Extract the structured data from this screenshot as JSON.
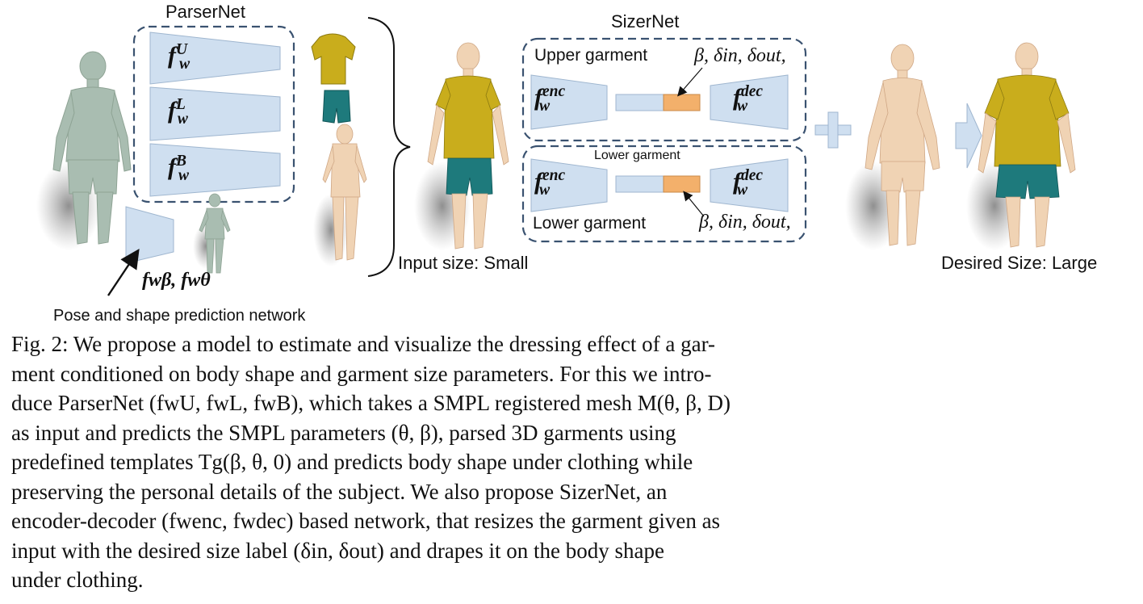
{
  "figure": {
    "labels": {
      "parsernet": "ParserNet",
      "sizernet": "SizerNet",
      "upper_garment": "Upper garment",
      "lower_garment_small": "Lower garment",
      "lower_garment": "Lower garment",
      "input_size": "Input size: Small",
      "desired_size": "Desired Size: Large",
      "pose_shape": "Pose and shape prediction network"
    },
    "math": {
      "fU_base": "f",
      "fU_sup": "U",
      "fU_sub": "w",
      "fL_sup": "L",
      "fB_sup": "B",
      "enc_sup": "enc",
      "dec_sup": "dec",
      "sub_w": "w",
      "f_beta_theta": "fwβ, fwθ",
      "size_params_upper": "β, δin, δout,",
      "size_params_lower": "β, δin, δout,"
    }
  },
  "caption": {
    "lines": [
      "Fig. 2: We propose a model to estimate and visualize the dressing effect of a gar-",
      "ment conditioned on body shape and garment size parameters. For this we intro-",
      "duce ParserNet (fwU, fwL, fwB), which takes a SMPL registered mesh M(θ, β, D)",
      "as input and predicts the SMPL parameters (θ, β), parsed 3D garments using",
      "predefined templates Tg(β, θ, 0) and predicts body shape under clothing while",
      "preserving the personal details of the subject. We also propose SizerNet, an",
      "encoder-decoder (fwenc, fwdec) based network, that resizes the garment given as",
      "input with the desired size label (δin, δout) and drapes it on the body shape",
      "under clothing."
    ]
  },
  "colors": {
    "block_fill": "#cfdff0",
    "block_stroke": "#9fb6cf",
    "dashed": "#3a5270",
    "latent": "#f3b06b",
    "shirt": "#c9ad1c",
    "shorts": "#1e7a7c",
    "skin": "#f0d3b4",
    "scan": "#a9bdb1"
  }
}
